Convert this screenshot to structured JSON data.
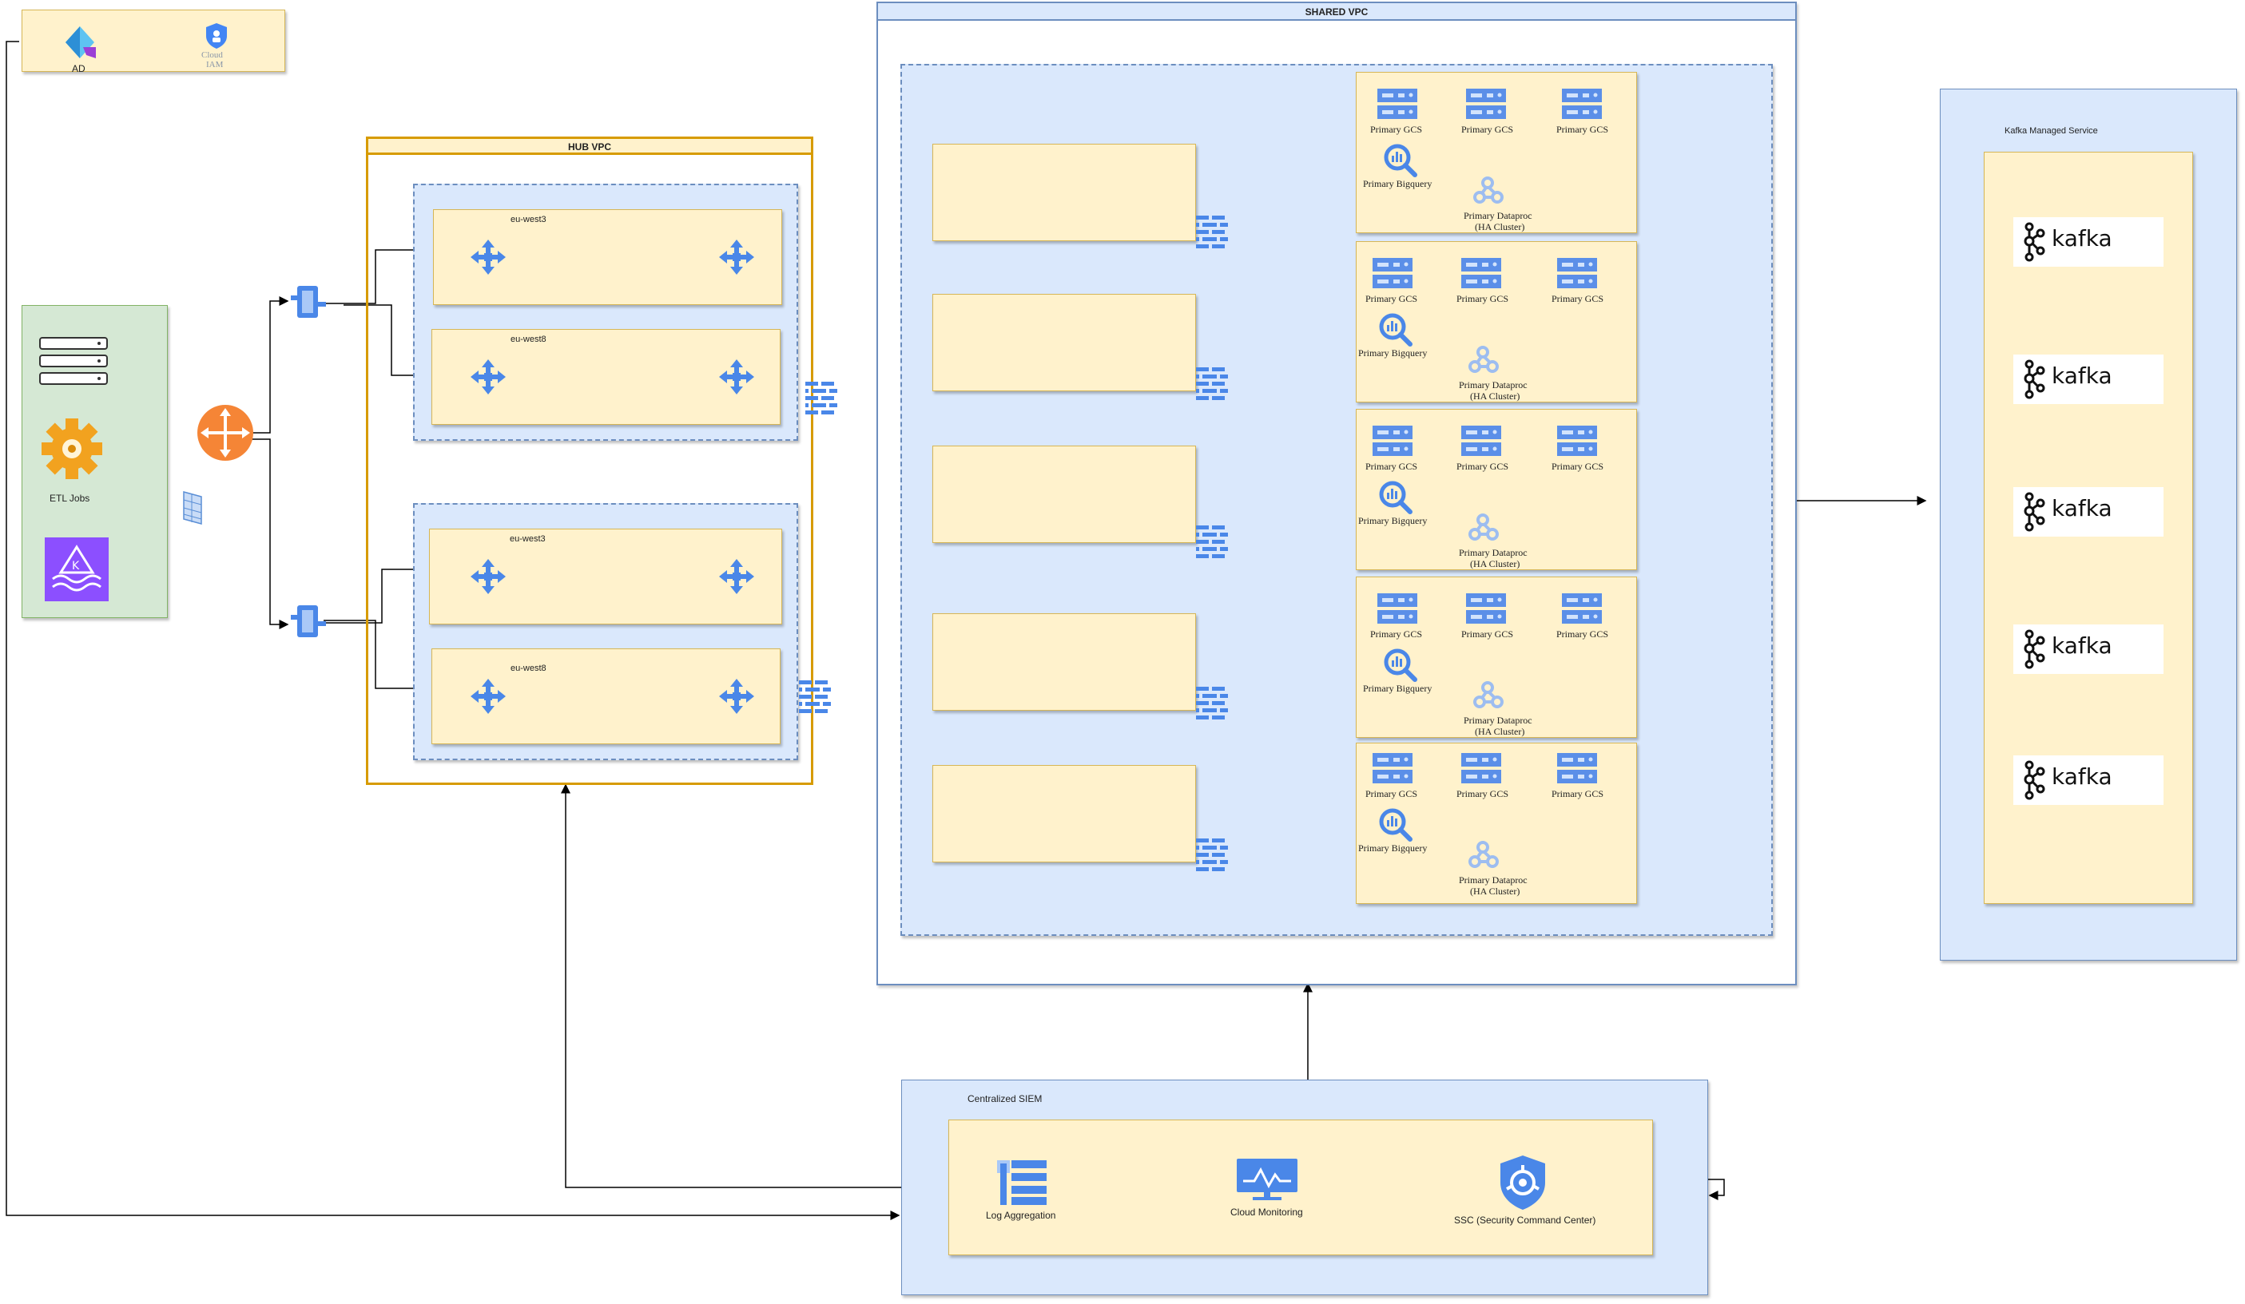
{
  "identity": {
    "ad_label": "AD",
    "cloud_label": "Cloud",
    "iam_label": "IAM"
  },
  "onprem": {
    "etl_label": "ETL Jobs"
  },
  "hub": {
    "title": "HUB VPC",
    "regions": [
      "eu-west3",
      "eu-west8",
      "eu-west3",
      "eu-west8"
    ]
  },
  "shared": {
    "title": "SHARED VPC",
    "gcs_label": "Primary GCS",
    "bq_label": "Primary Bigquery",
    "dataproc_label": "Primary  Dataproc",
    "ha_label": "(HA Cluster)"
  },
  "kafka": {
    "title": "Kafka Managed Service",
    "wordmark": "kafka"
  },
  "siem": {
    "title": "Centralized SIEM",
    "log_label": "Log Aggregation",
    "monitoring_label": "Cloud Monitoring",
    "ssc_label": "SSC (Security Command Center)"
  }
}
